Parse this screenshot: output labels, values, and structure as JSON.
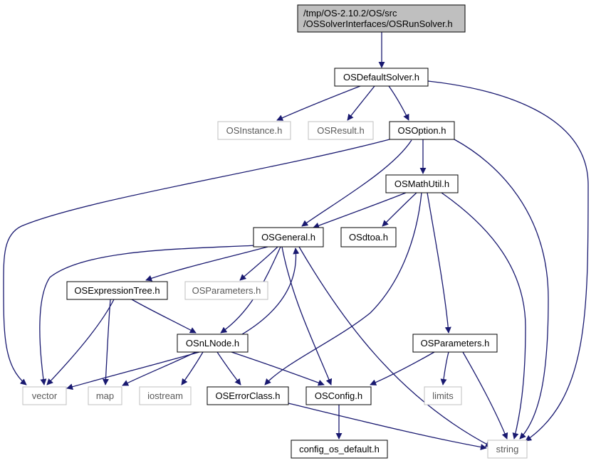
{
  "graph": {
    "colors": {
      "edge": "#191970",
      "root_fill": "#bfbfbf",
      "solid_border": "#000000",
      "external_border": "#bfbfbf",
      "text": "#000000",
      "external_text": "#595959"
    },
    "nodes": [
      {
        "id": "root",
        "lines": [
          "/tmp/OS-2.10.2/OS/src",
          "/OSSolverInterfaces/OSRunSolver.h"
        ],
        "style": "root"
      },
      {
        "id": "osdefaultsolver",
        "lines": [
          "OSDefaultSolver.h"
        ],
        "style": "solid"
      },
      {
        "id": "osinstance",
        "lines": [
          "OSInstance.h"
        ],
        "style": "external"
      },
      {
        "id": "osresult",
        "lines": [
          "OSResult.h"
        ],
        "style": "external"
      },
      {
        "id": "osoption",
        "lines": [
          "OSOption.h"
        ],
        "style": "solid"
      },
      {
        "id": "osmathutil",
        "lines": [
          "OSMathUtil.h"
        ],
        "style": "solid"
      },
      {
        "id": "osgeneral",
        "lines": [
          "OSGeneral.h"
        ],
        "style": "solid"
      },
      {
        "id": "osdtoa",
        "lines": [
          "OSdtoa.h"
        ],
        "style": "solid"
      },
      {
        "id": "osexpressiontree",
        "lines": [
          "OSExpressionTree.h"
        ],
        "style": "solid"
      },
      {
        "id": "osparameters-ext",
        "lines": [
          "OSParameters.h"
        ],
        "style": "external"
      },
      {
        "id": "osparameters",
        "lines": [
          "OSParameters.h"
        ],
        "style": "solid"
      },
      {
        "id": "osnlnode",
        "lines": [
          "OSnLNode.h"
        ],
        "style": "solid"
      },
      {
        "id": "vector",
        "lines": [
          "vector"
        ],
        "style": "external"
      },
      {
        "id": "map",
        "lines": [
          "map"
        ],
        "style": "external"
      },
      {
        "id": "iostream",
        "lines": [
          "iostream"
        ],
        "style": "external"
      },
      {
        "id": "oserrorclass",
        "lines": [
          "OSErrorClass.h"
        ],
        "style": "solid"
      },
      {
        "id": "osconfig",
        "lines": [
          "OSConfig.h"
        ],
        "style": "solid"
      },
      {
        "id": "limits",
        "lines": [
          "limits"
        ],
        "style": "external"
      },
      {
        "id": "config-os-default",
        "lines": [
          "config_os_default.h"
        ],
        "style": "solid"
      },
      {
        "id": "string",
        "lines": [
          "string"
        ],
        "style": "external"
      }
    ],
    "edges": [
      {
        "from": "root",
        "to": "osdefaultsolver"
      },
      {
        "from": "osdefaultsolver",
        "to": "osinstance"
      },
      {
        "from": "osdefaultsolver",
        "to": "osresult"
      },
      {
        "from": "osdefaultsolver",
        "to": "osoption"
      },
      {
        "from": "osdefaultsolver",
        "to": "string"
      },
      {
        "from": "osoption",
        "to": "vector"
      },
      {
        "from": "osoption",
        "to": "osgeneral"
      },
      {
        "from": "osoption",
        "to": "osmathutil"
      },
      {
        "from": "osoption",
        "to": "string"
      },
      {
        "from": "osmathutil",
        "to": "osgeneral"
      },
      {
        "from": "osmathutil",
        "to": "osdtoa"
      },
      {
        "from": "osmathutil",
        "to": "oserrorclass"
      },
      {
        "from": "osmathutil",
        "to": "osparameters"
      },
      {
        "from": "osmathutil",
        "to": "string"
      },
      {
        "from": "osgeneral",
        "to": "vector"
      },
      {
        "from": "osgeneral",
        "to": "osexpressiontree"
      },
      {
        "from": "osgeneral",
        "to": "osparameters-ext"
      },
      {
        "from": "osgeneral",
        "to": "osnlnode"
      },
      {
        "from": "osgeneral",
        "to": "osconfig"
      },
      {
        "from": "osgeneral",
        "to": "string"
      },
      {
        "from": "osexpressiontree",
        "to": "vector"
      },
      {
        "from": "osexpressiontree",
        "to": "map"
      },
      {
        "from": "osexpressiontree",
        "to": "osnlnode"
      },
      {
        "from": "osnlnode",
        "to": "vector"
      },
      {
        "from": "osnlnode",
        "to": "map"
      },
      {
        "from": "osnlnode",
        "to": "iostream"
      },
      {
        "from": "osnlnode",
        "to": "oserrorclass"
      },
      {
        "from": "osnlnode",
        "to": "osconfig"
      },
      {
        "from": "osnlnode",
        "to": "osgeneral"
      },
      {
        "from": "osparameters",
        "to": "osconfig"
      },
      {
        "from": "osparameters",
        "to": "limits"
      },
      {
        "from": "osparameters",
        "to": "string"
      },
      {
        "from": "oserrorclass",
        "to": "string"
      },
      {
        "from": "osconfig",
        "to": "config-os-default"
      }
    ]
  }
}
